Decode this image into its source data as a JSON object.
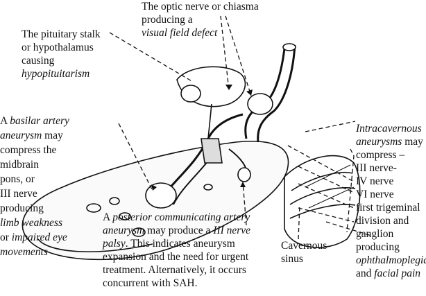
{
  "labels": {
    "optic": [
      [
        {
          "t": "The optic nerve or chiasma"
        }
      ],
      [
        {
          "t": "producing a"
        }
      ],
      [
        {
          "t": "visual field defect",
          "i": true
        }
      ]
    ],
    "pituitary": [
      [
        {
          "t": "The pituitary stalk"
        }
      ],
      [
        {
          "t": "or hypothalamus"
        }
      ],
      [
        {
          "t": "causing"
        }
      ],
      [
        {
          "t": "hypopituitarism",
          "i": true
        }
      ]
    ],
    "basilar": [
      [
        {
          "t": "A "
        },
        {
          "t": "basilar artery",
          "i": true
        }
      ],
      [
        {
          "t": "aneurysm",
          "i": true
        },
        {
          "t": " may"
        }
      ],
      [
        {
          "t": "compress the"
        }
      ],
      [
        {
          "t": "midbrain"
        }
      ],
      [
        {
          "t": "pons, or"
        }
      ],
      [
        {
          "t": "III nerve"
        }
      ],
      [
        {
          "t": "producing"
        }
      ],
      [
        {
          "t": "limb weakness",
          "i": true
        }
      ],
      [
        {
          "t": "or "
        },
        {
          "t": "impaired eye",
          "i": true
        }
      ],
      [
        {
          "t": "movements",
          "i": true
        }
      ]
    ],
    "intracavernous": [
      [
        {
          "t": "Intracavernous",
          "i": true
        }
      ],
      [
        {
          "t": "aneurysms",
          "i": true
        },
        {
          "t": " may"
        }
      ],
      [
        {
          "t": "compress –"
        }
      ],
      [
        {
          "t": "III nerve-"
        }
      ],
      [
        {
          "t": "IV nerve"
        }
      ],
      [
        {
          "t": "VI nerve"
        }
      ],
      [
        {
          "t": "first trigeminal"
        }
      ],
      [
        {
          "t": "division and"
        }
      ],
      [
        {
          "t": "ganglion"
        }
      ],
      [
        {
          "t": "producing"
        }
      ],
      [
        {
          "t": "ophthalmoplegia",
          "i": true
        }
      ],
      [
        {
          "t": "and "
        },
        {
          "t": "facial pain",
          "i": true
        }
      ]
    ],
    "posterior": [
      [
        {
          "t": "A "
        },
        {
          "t": "posterior communicating artery",
          "i": true
        }
      ],
      [
        {
          "t": "aneurysm",
          "i": true
        },
        {
          "t": " may produce a "
        },
        {
          "t": "III nerve",
          "i": true
        }
      ],
      [
        {
          "t": "palsy",
          "i": true
        },
        {
          "t": ". This indicates aneurysm"
        }
      ],
      [
        {
          "t": "expansion and the need for urgent"
        }
      ],
      [
        {
          "t": "treatment. Alternatively, it occurs"
        }
      ],
      [
        {
          "t": "concurrent with SAH."
        }
      ]
    ],
    "cavernous": [
      [
        {
          "t": "Cavernous"
        }
      ],
      [
        {
          "t": "sinus"
        }
      ]
    ]
  }
}
